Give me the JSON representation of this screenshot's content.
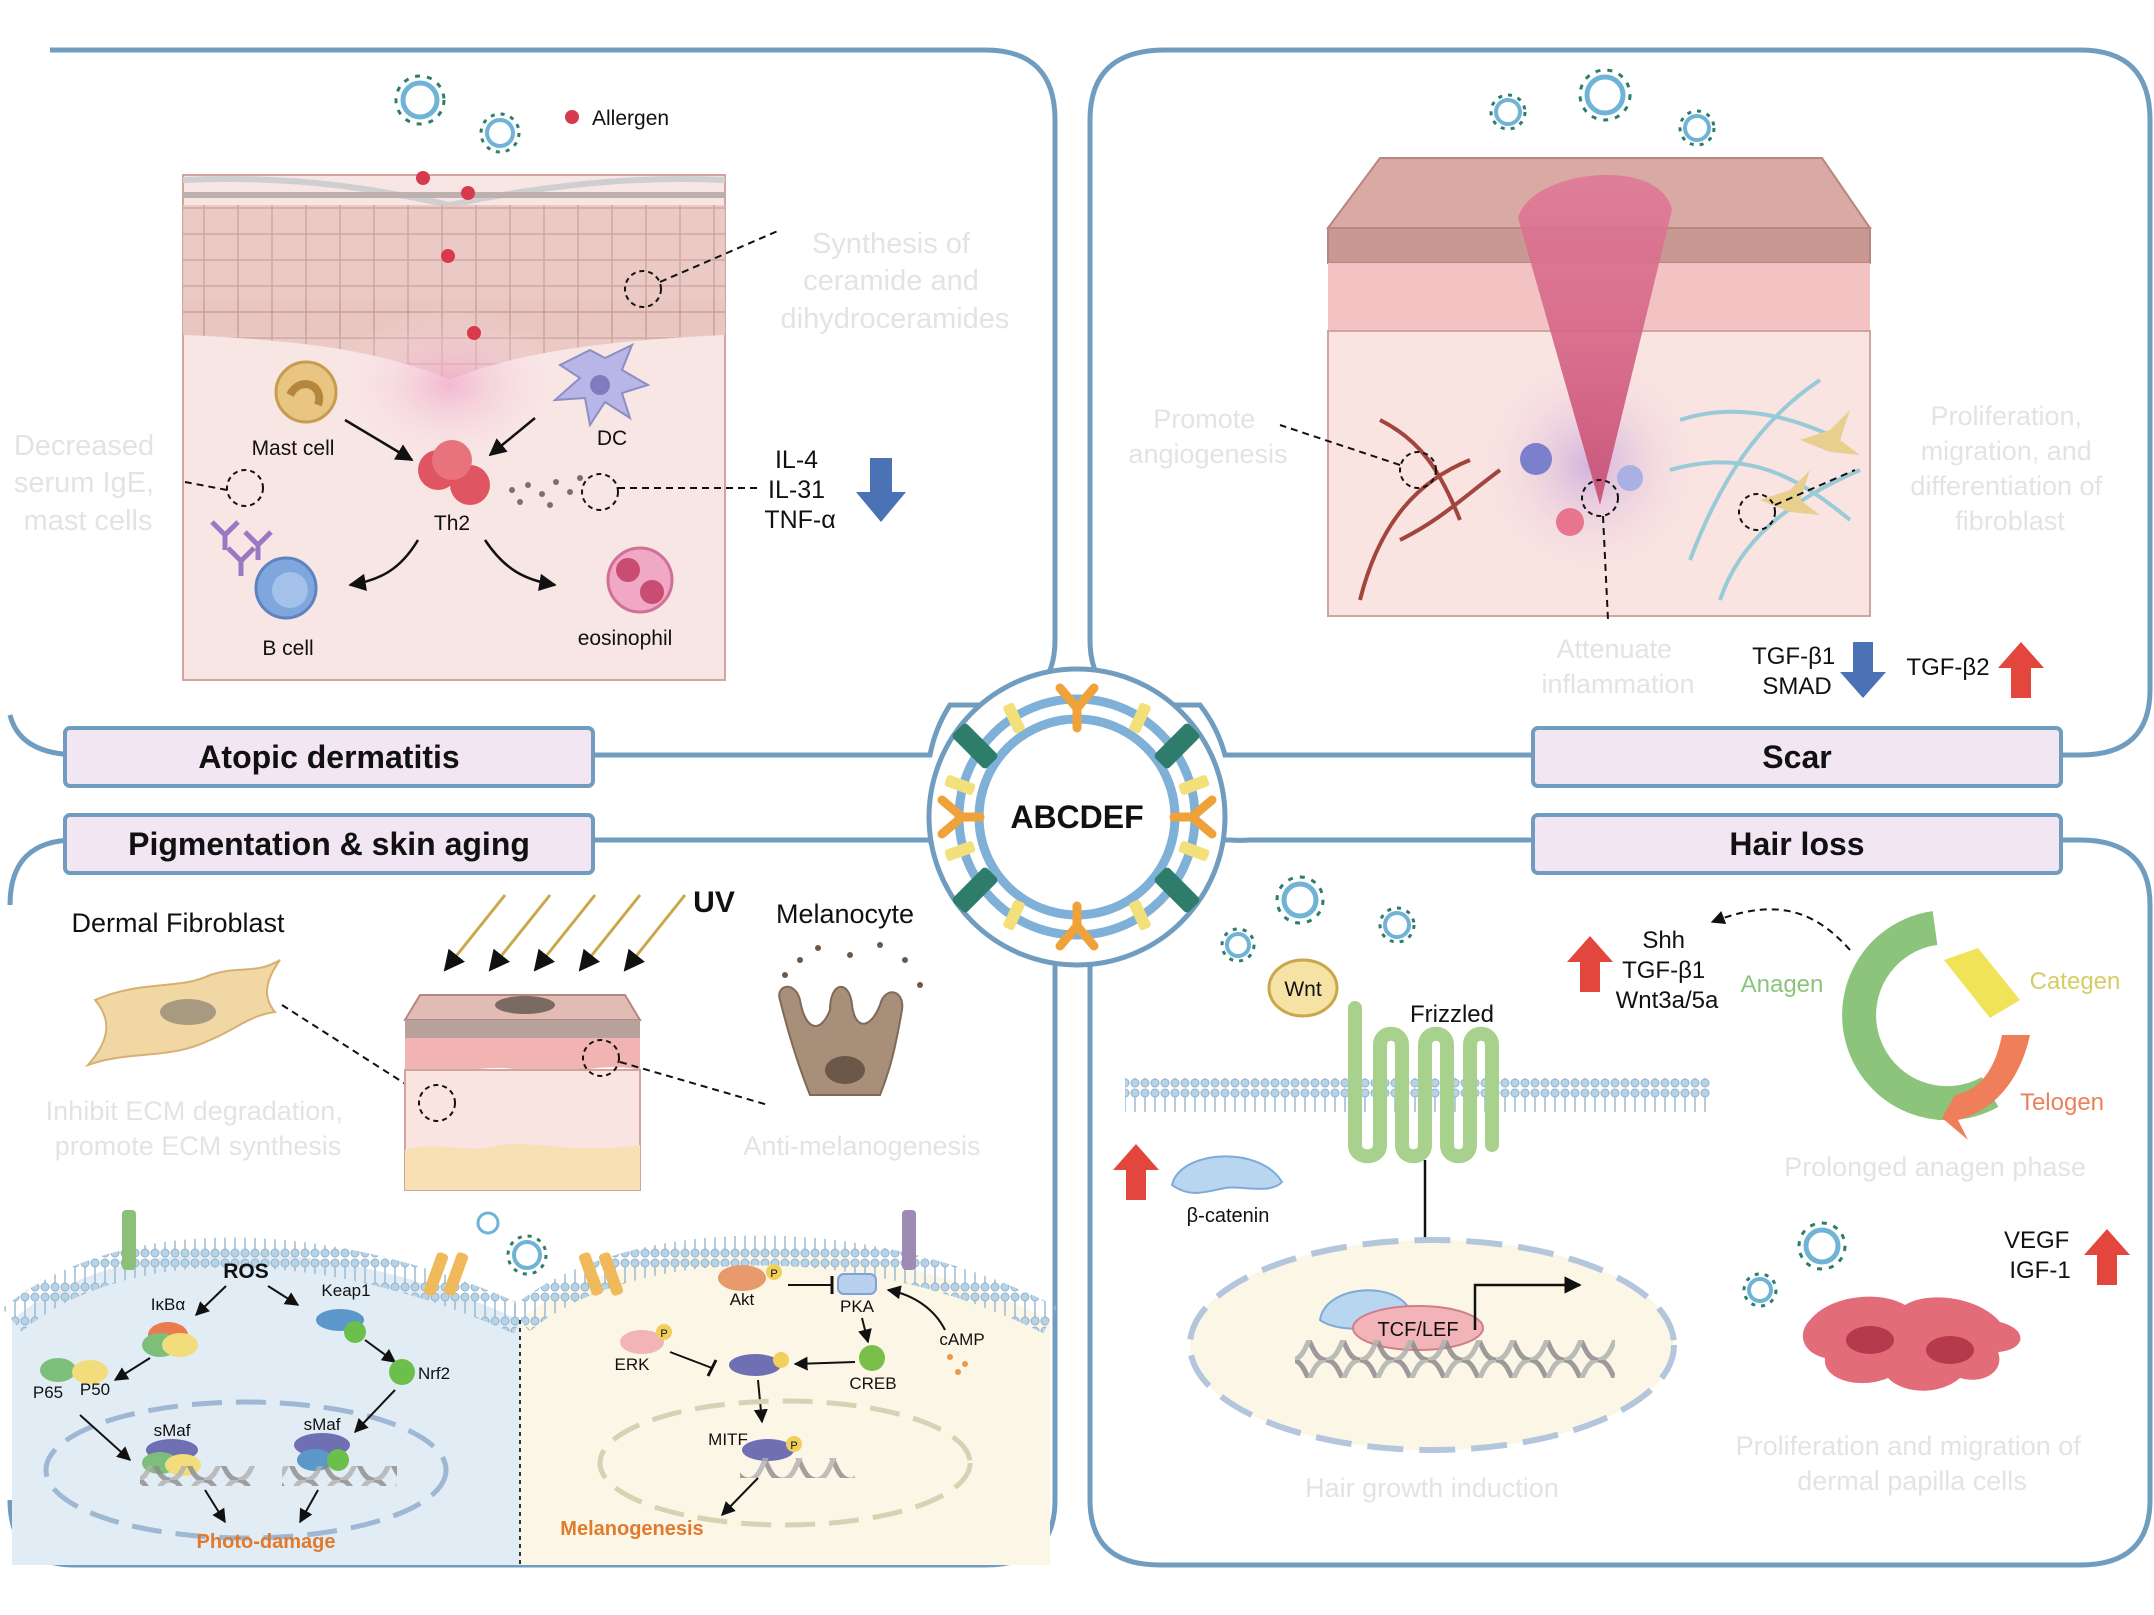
{
  "center": {
    "label": "ABCDEF"
  },
  "panels": {
    "atopic": {
      "title": "Atopic dermatitis",
      "allergen": "Allergen",
      "synthesis": [
        "Synthesis of",
        "ceramide and",
        "dihydroceramides"
      ],
      "decreased": [
        "Decreased",
        "serum IgE,",
        "mast cells"
      ],
      "mast_cell": "Mast cell",
      "dc": "DC",
      "th2": "Th2",
      "b_cell": "B cell",
      "eosinophil": "eosinophil",
      "cytokines": [
        "IL-4",
        "IL-31",
        "TNF-α"
      ]
    },
    "scar": {
      "title": "Scar",
      "angiogenesis": [
        "Promote",
        "angiogenesis"
      ],
      "proliferation": [
        "Proliferation,",
        "migration, and",
        "differentiation of",
        "fibroblast"
      ],
      "attenuate": [
        "Attenuate",
        "inflammation"
      ],
      "tgf_down": [
        "TGF-β1",
        "SMAD"
      ],
      "tgf_up": "TGF-β2"
    },
    "pigment": {
      "title": "Pigmentation & skin aging",
      "uv": "UV",
      "fibroblast": "Dermal Fibroblast",
      "melanocyte": "Melanocyte",
      "ecm": [
        "Inhibit ECM degradation,",
        "promote ECM synthesis"
      ],
      "anti_mel": "Anti-melanogenesis",
      "left_cell": {
        "ros": "ROS",
        "ikba": "IκBα",
        "keap1": "Keap1",
        "p65": "P65",
        "p50": "P50",
        "nrf2": "Nrf2",
        "smaf": "sMaf",
        "output": "Photo-damage"
      },
      "right_cell": {
        "akt": "Akt",
        "pka": "PKA",
        "camp": "cAMP",
        "erk": "ERK",
        "creb": "CREB",
        "mitf": "MITF",
        "output": "Melanogenesis",
        "p": "P"
      }
    },
    "hair": {
      "title": "Hair loss",
      "wnt": "Wnt",
      "frizzled": "Frizzled",
      "beta_catenin": "β-catenin",
      "tcf": "TCF/LEF",
      "growth": "Hair growth induction",
      "up_genes": [
        "Shh",
        "TGF-β1",
        "Wnt3a/5a"
      ],
      "anagen": "Anagen",
      "categen": "Categen",
      "telogen": "Telogen",
      "prolonged": "Prolonged anagen phase",
      "vegf": [
        "VEGF",
        "IGF-1"
      ],
      "papilla": [
        "Proliferation and migration of",
        "dermal papilla cells"
      ]
    }
  },
  "colors": {
    "frame": "#6f9cbf",
    "banner_fill": "#f3e6f3",
    "banner_stroke": "#6f9cbf",
    "arrow_up": "#e2463d",
    "arrow_down": "#4a72b5",
    "faint_text": "#e3e3e3"
  }
}
